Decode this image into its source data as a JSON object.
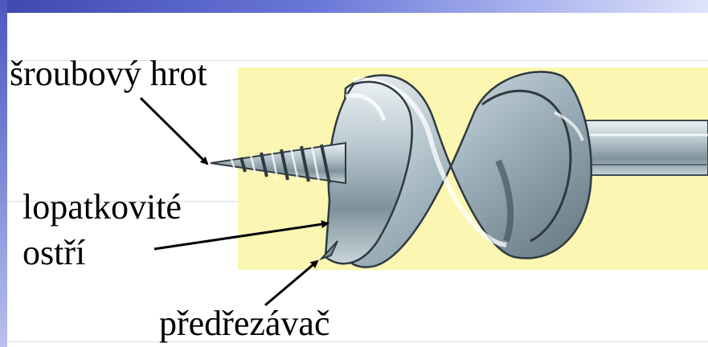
{
  "labels": {
    "screw_tip": "šroubový hrot",
    "blade_line1": "lopatkovité",
    "blade_line2": "ostří",
    "spur": "předřezávač"
  },
  "colors": {
    "background": "#ffffff",
    "photo_background": "#fbf6b2",
    "accent_band": "#4b58c0",
    "metal": "#9fb2bd",
    "text": "#000000"
  },
  "icons": {
    "subject": "auger-drill-bit-illustration",
    "pointer": "arrow"
  }
}
